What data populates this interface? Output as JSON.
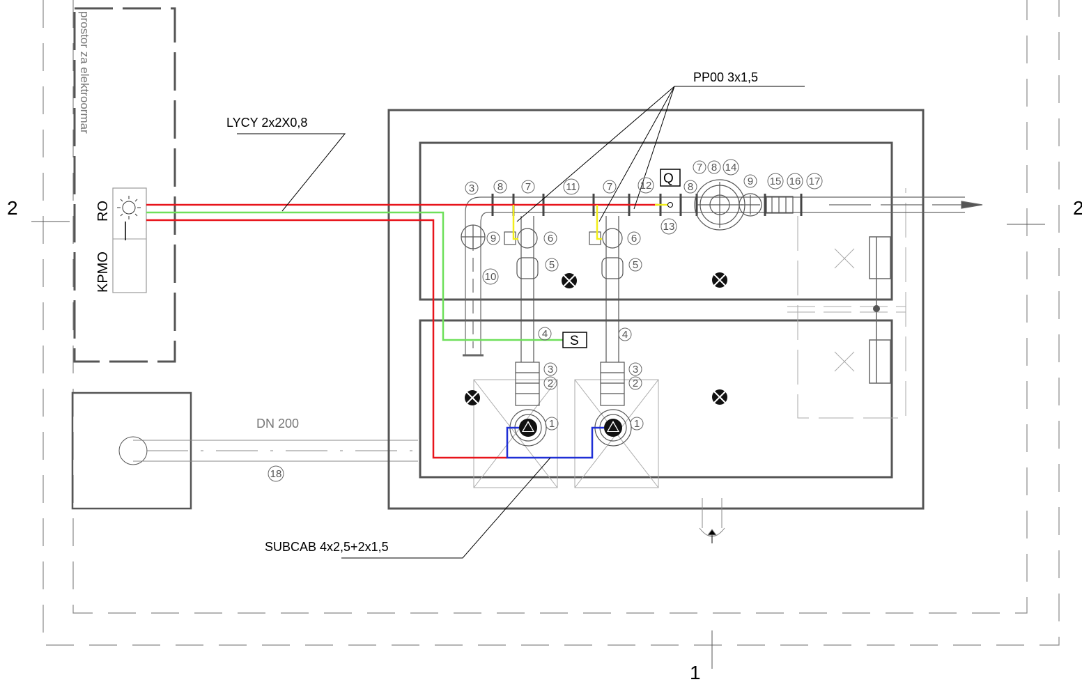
{
  "section_markers": {
    "left": "2",
    "right": "2",
    "bottom": "1"
  },
  "cabinet": {
    "title": "prostor za elektroormar",
    "ro_label": "RO",
    "kpmo_label": "KPMO"
  },
  "cables": {
    "lycy": "LYCY 2x2X0,8",
    "pp00": "PP00 3x1,5",
    "subcab": "SUBCAB 4x2,5+2x1,5"
  },
  "pipe": {
    "dn_label": "DN 200"
  },
  "sensors": {
    "q": "Q",
    "s": "S"
  },
  "position_numbers": {
    "p1a": "1",
    "p1b": "1",
    "p2a": "2",
    "p2b": "2",
    "p3top": "3",
    "p3a": "3",
    "p3b": "3",
    "p4a": "4",
    "p4b": "4",
    "p5a": "5",
    "p5b": "5",
    "p6a": "6",
    "p6b": "6",
    "p7a": "7",
    "p7b": "7",
    "p7c": "7",
    "p8a": "8",
    "p8b": "8",
    "p8c": "8",
    "p9a": "9",
    "p9b": "9",
    "p10": "10",
    "p11": "11",
    "p12": "12",
    "p13": "13",
    "p14": "14",
    "p15": "15",
    "p16": "16",
    "p17": "17",
    "p18": "18"
  },
  "colors": {
    "power_cable": "#e8141b",
    "signal_cable": "#6ee05a",
    "pump_cable": "#1f2fd6",
    "sensor_cable": "#f2ee1a",
    "outline": "#555555",
    "dashed": "#888888"
  }
}
